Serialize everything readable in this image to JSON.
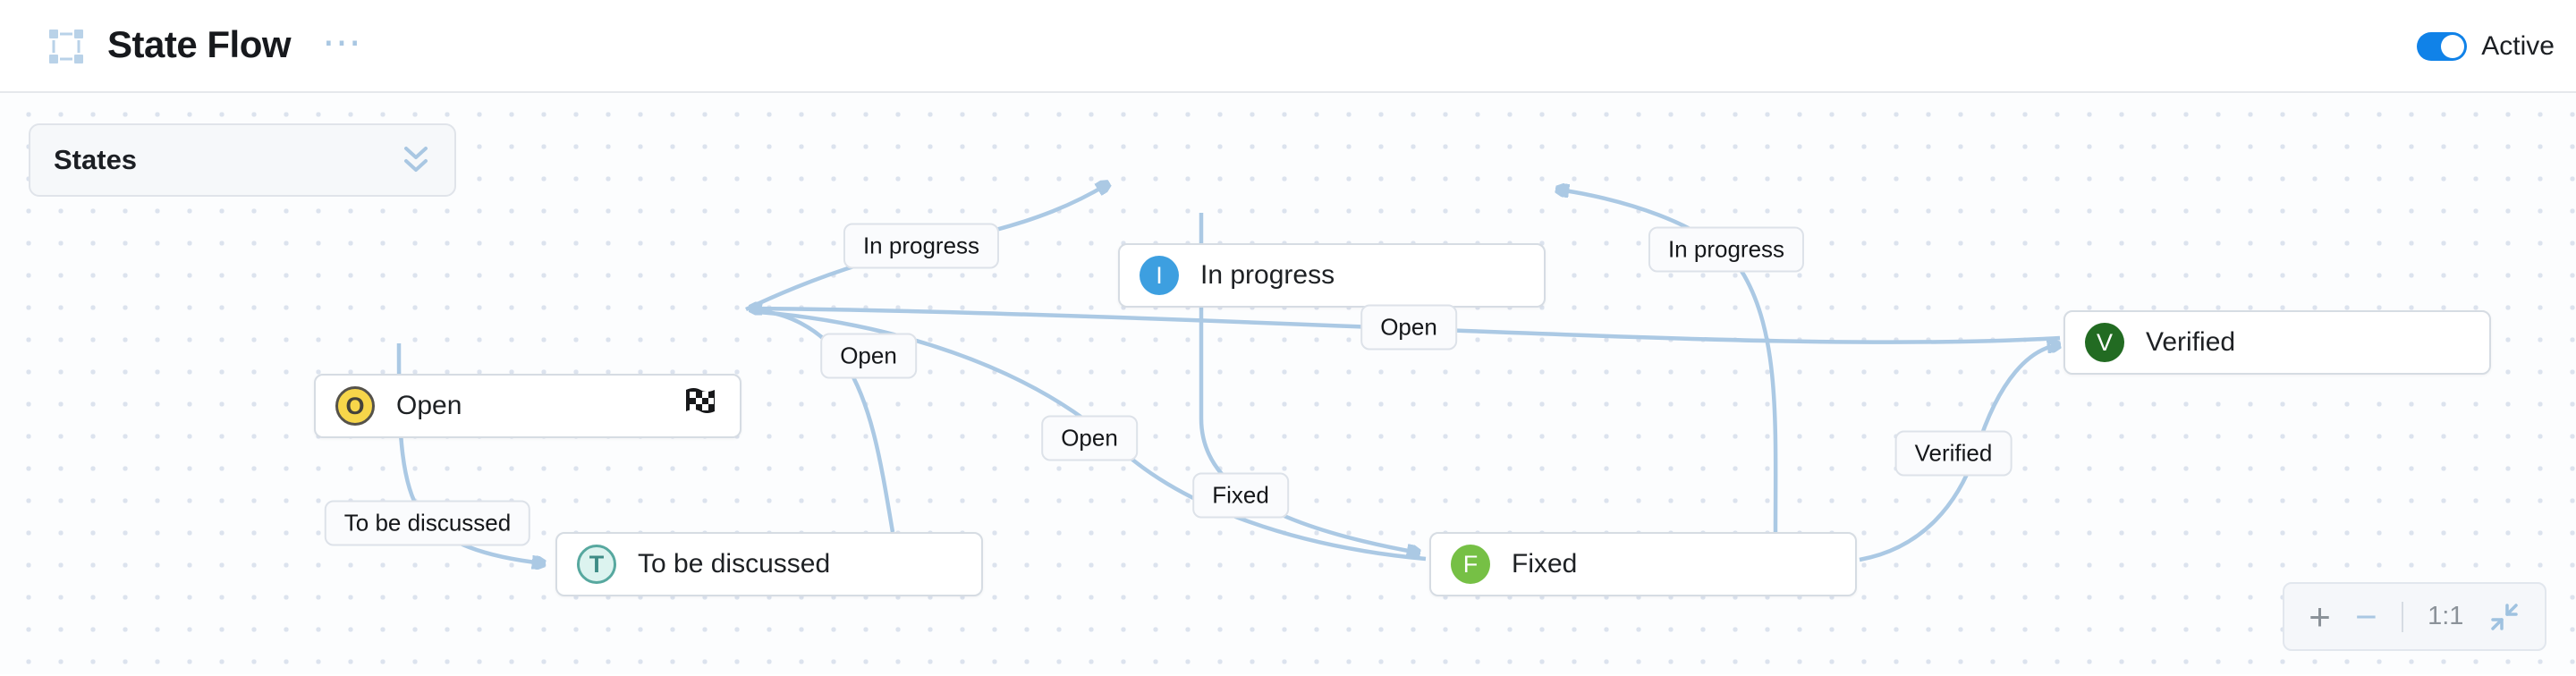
{
  "header": {
    "title": "State Flow",
    "more_icon": "⋯",
    "toggle_label": "Active",
    "toggle_state": "on"
  },
  "panel": {
    "label": "States"
  },
  "nodes": [
    {
      "id": "open",
      "label": "Open",
      "letter": "O",
      "color": "#f7d64a",
      "has_resolved_flag": true
    },
    {
      "id": "in-progress",
      "label": "In progress",
      "letter": "I",
      "color": "#3d9fe0"
    },
    {
      "id": "fixed",
      "label": "Fixed",
      "letter": "F",
      "color": "#76c045"
    },
    {
      "id": "verified",
      "label": "Verified",
      "letter": "V",
      "color": "#226b22"
    },
    {
      "id": "to-be-discussed",
      "label": "To be discussed",
      "letter": "T",
      "color": "#dcf3ef"
    }
  ],
  "transitions": [
    {
      "from": "Open",
      "to": "In progress",
      "label": "In progress"
    },
    {
      "from": "Open",
      "to": "To be discussed",
      "label": "To be discussed"
    },
    {
      "from": "To be discussed",
      "to": "Open",
      "label": "Open"
    },
    {
      "from": "In progress",
      "to": "Fixed",
      "label": "Fixed"
    },
    {
      "from": "Fixed",
      "to": "Open",
      "label": "Open"
    },
    {
      "from": "Fixed",
      "to": "In progress",
      "label": "In progress"
    },
    {
      "from": "Fixed",
      "to": "Verified",
      "label": "Verified"
    },
    {
      "from": "Verified",
      "to": "Open",
      "label": "Open"
    }
  ],
  "zoom_controls": {
    "zoom_in": "+",
    "zoom_out": "−",
    "ratio": "1:1"
  },
  "colors": {
    "accent_blue": "#1082e8",
    "edge": "#abc9e4"
  }
}
